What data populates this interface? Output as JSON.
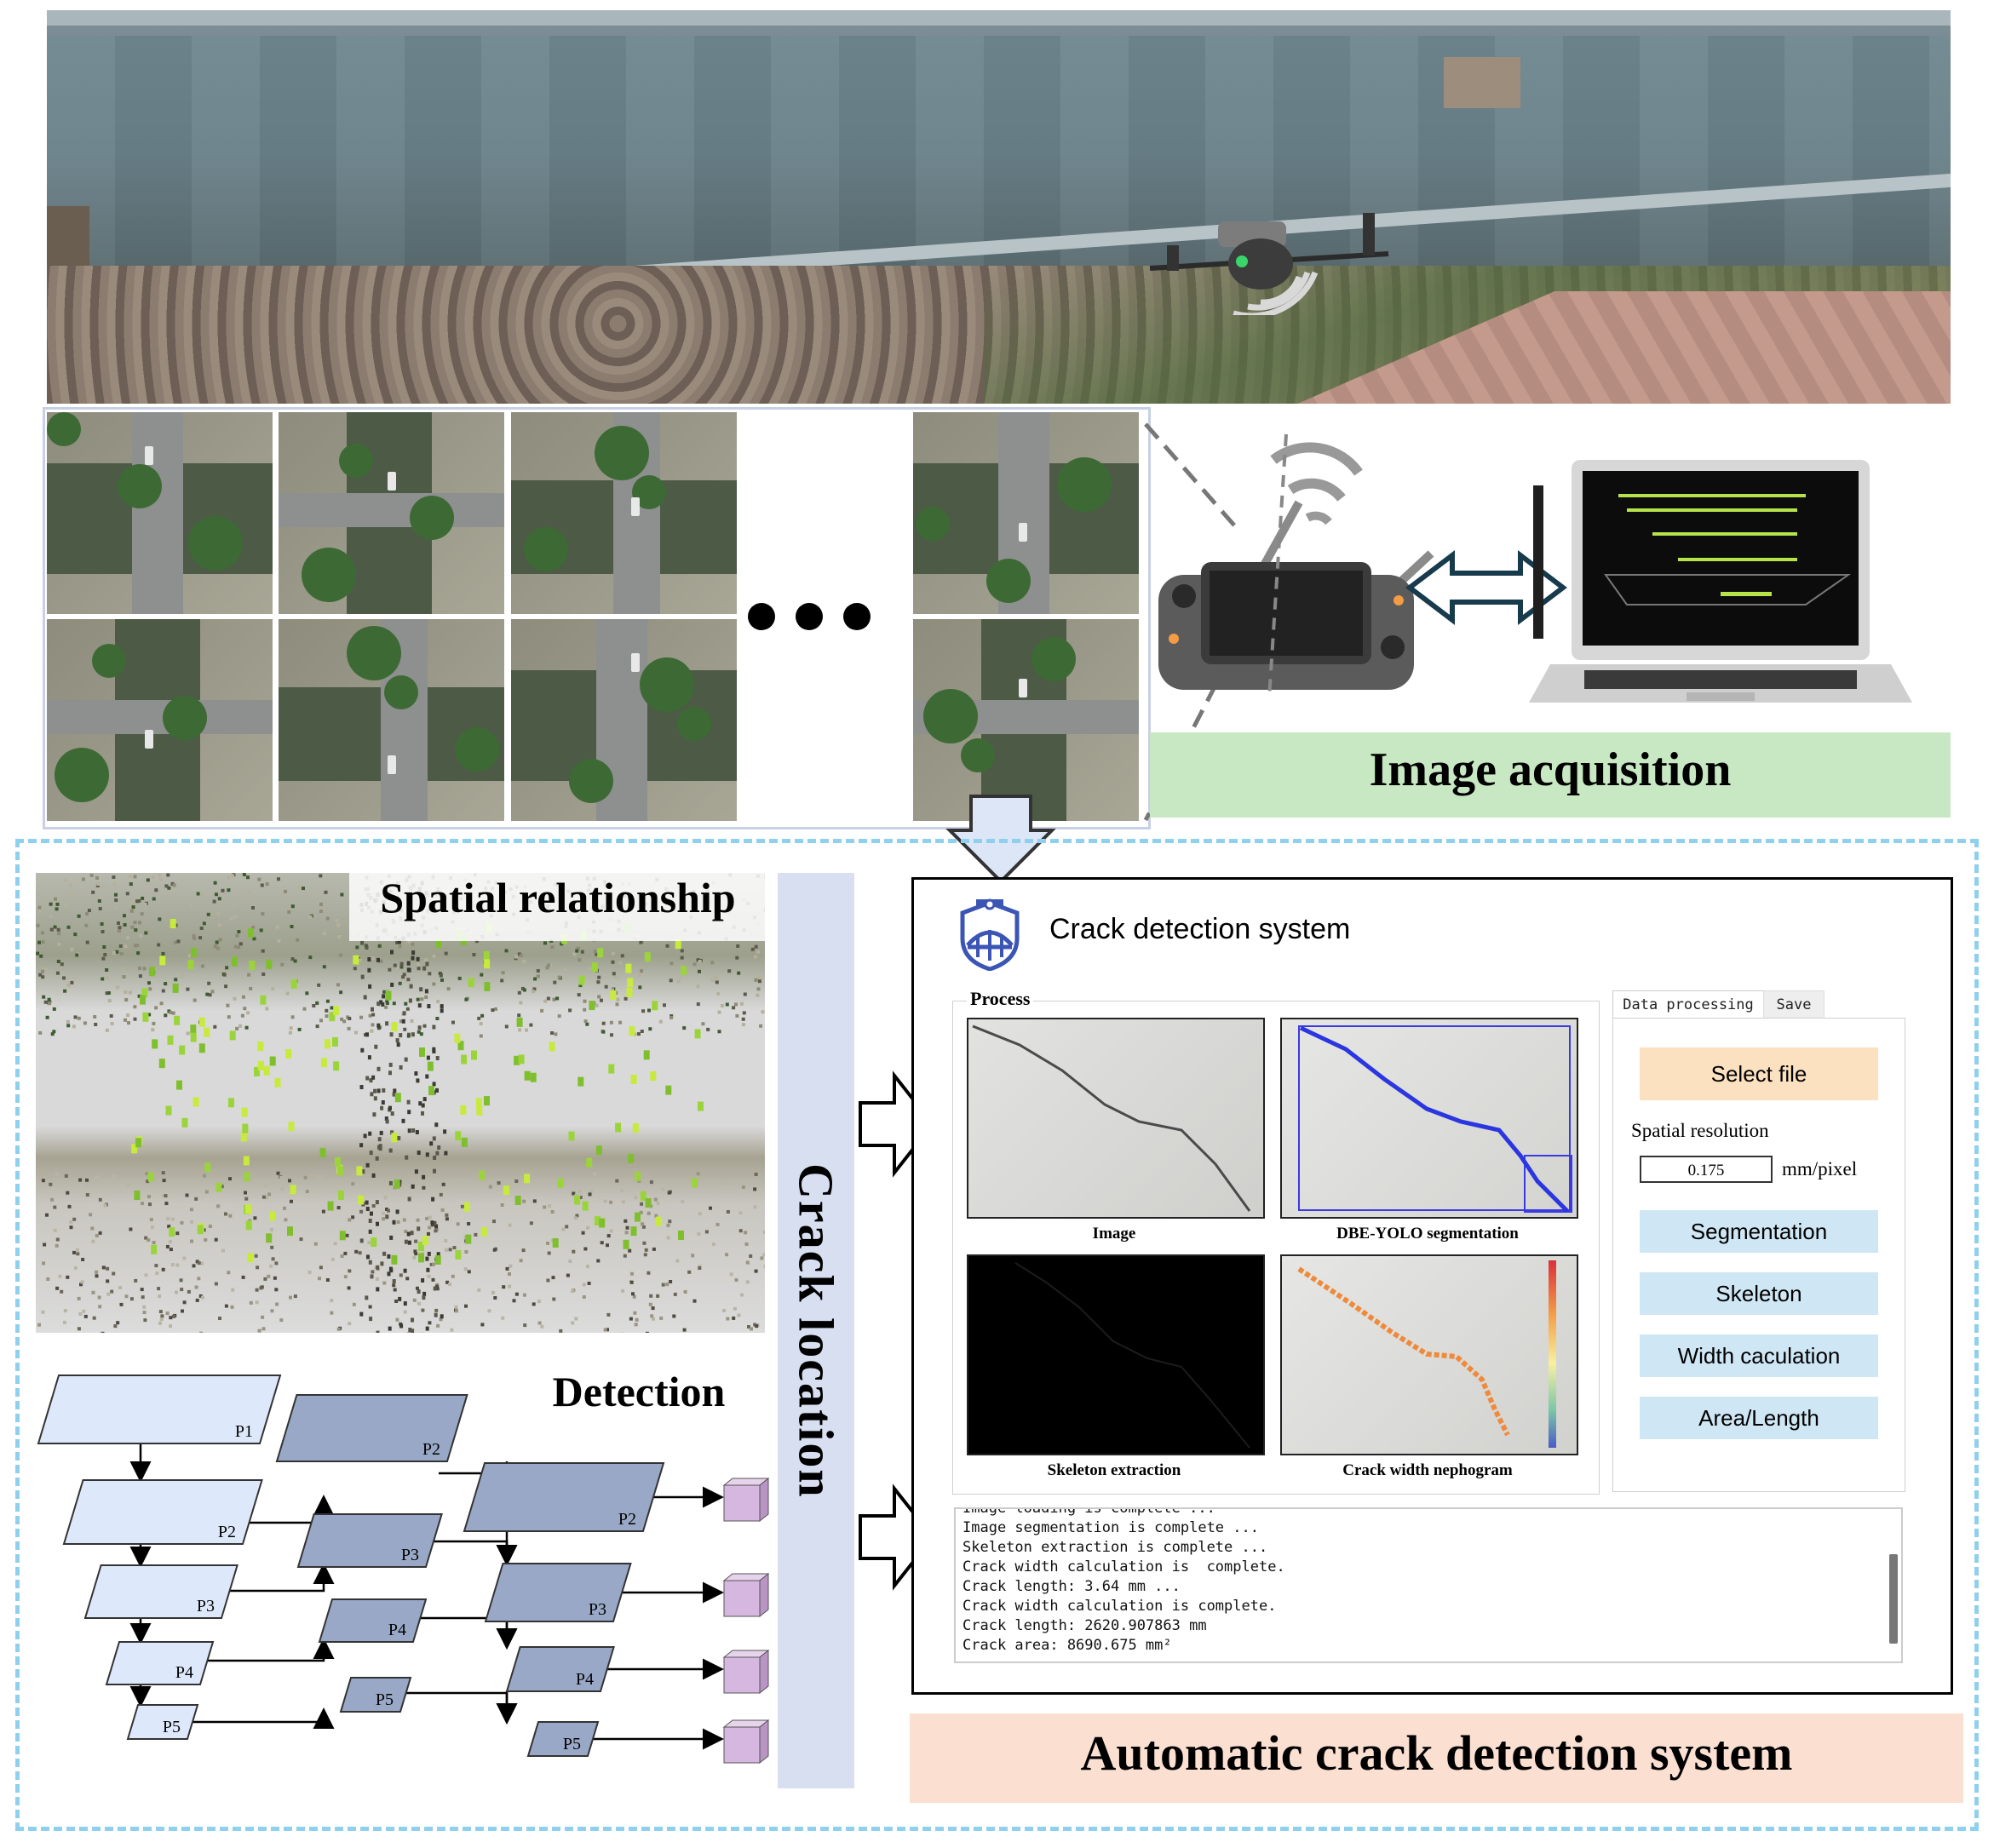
{
  "image_acquisition": {
    "title": "Image acquisition"
  },
  "crack_location": {
    "title": "Crack location",
    "spatial_title": "Spatial relationship",
    "detection_title": "Detection",
    "detection_labels": {
      "col1": [
        "P1",
        "P2",
        "P3",
        "P4",
        "P5"
      ],
      "col2": [
        "P2",
        "P3",
        "P4",
        "P5"
      ],
      "col3": [
        "P2",
        "P3",
        "P4",
        "P5"
      ]
    }
  },
  "app": {
    "title": "Crack detection system",
    "process_label": "Process",
    "panels": {
      "image": "Image",
      "segmentation": "DBE-YOLO segmentation",
      "skeleton": "Skeleton extraction",
      "nephogram": "Crack width nephogram"
    },
    "tabs": {
      "data_processing": "Data processing",
      "save": "Save"
    },
    "buttons": {
      "select_file": "Select file",
      "segmentation": "Segmentation",
      "skeleton": "Skeleton",
      "width": "Width caculation",
      "area_length": "Area/Length"
    },
    "spatial_resolution": {
      "label": "Spatial resolution",
      "value": "0.175",
      "unit": "mm/pixel"
    },
    "log": [
      "Image loading is complete ...",
      "Image segmentation is complete ...",
      "Skeleton extraction is complete ...",
      "Crack width calculation is  complete.",
      "Crack length: 3.64 mm ...",
      "Crack width calculation is complete.",
      "Crack length: 2620.907863 mm",
      "Crack area: 8690.675 mm²"
    ]
  },
  "system": {
    "title": "Automatic crack detection system"
  },
  "colors": {
    "acq_banner": "#c7e8c3",
    "crack_location_bar": "#d7dff0",
    "system_banner": "#fbe0d2",
    "select_button": "#fbe1c0",
    "action_button": "#cfe6f4",
    "dashed_frame": "#8fd0ee",
    "fpn_light": "#dde9fb",
    "fpn_dark": "#98a8c6",
    "output_cube": "#d6b7e0"
  }
}
